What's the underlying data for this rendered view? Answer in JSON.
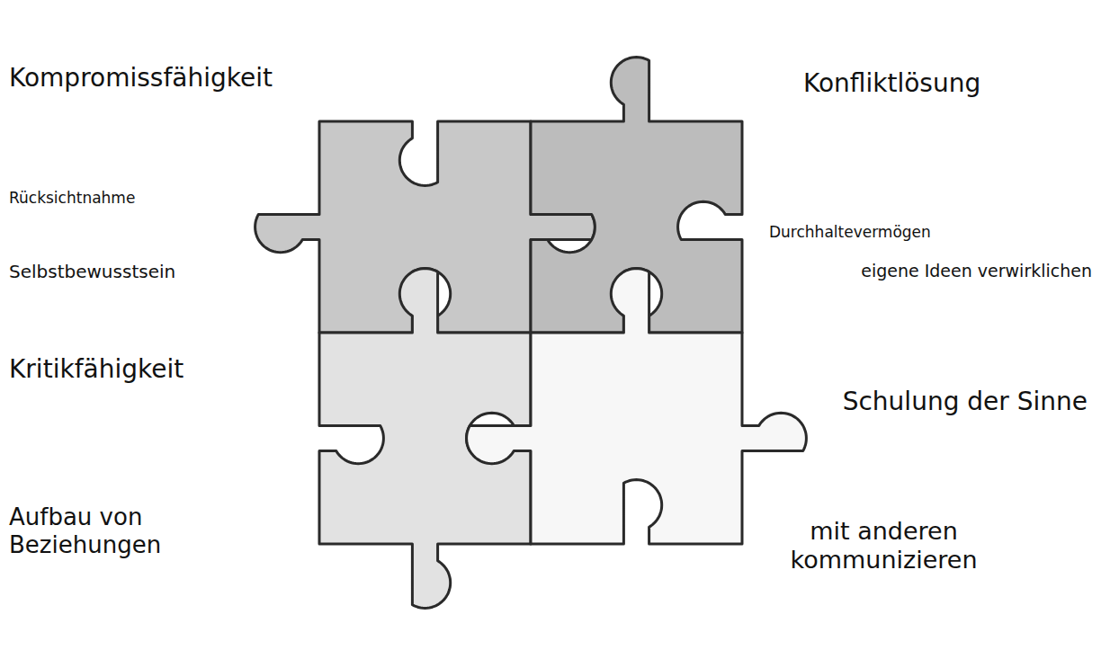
{
  "diagram": {
    "labels": [
      "Kompromissfähigkeit",
      "Konfliktlösung",
      "Rücksichtnahme",
      "Durchhaltevermögen",
      "Selbstbewusstsein",
      "eigene Ideen verwirklichen",
      "Kritikfähigkeit",
      "Schulung der Sinne",
      "Aufbau von Beziehungen",
      "mit anderen kommunizieren"
    ]
  }
}
